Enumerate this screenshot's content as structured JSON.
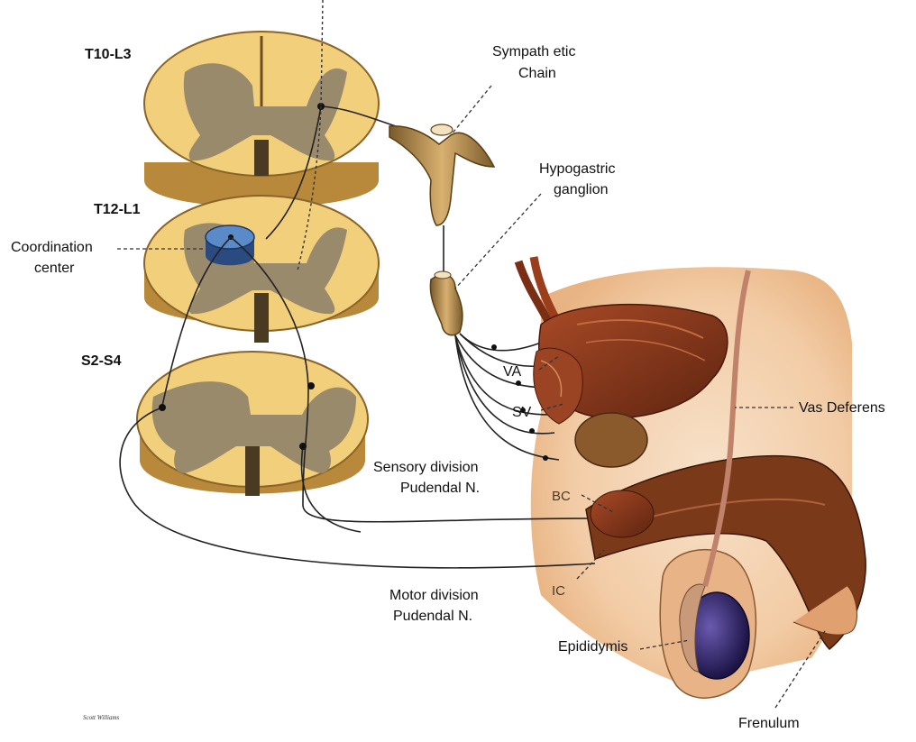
{
  "labels": {
    "t10_l3": "T10-L3",
    "t12_l1": "T12-L1",
    "s2_s4": "S2-S4",
    "coordination_line1": "Coordination",
    "coordination_line2": "center",
    "sympathetic_line1": "Sympath etic",
    "sympathetic_line2": "Chain",
    "hypogastric_line1": "Hypogastric",
    "hypogastric_line2": "ganglion",
    "va": "VA",
    "sv": "SV",
    "bc": "BC",
    "ic": "IC",
    "vas_deferens": "Vas Deferens",
    "sensory_line1": "Sensory division",
    "sensory_line2": "Pudendal N.",
    "motor_line1": "Motor division",
    "motor_line2": "Pudendal N.",
    "epididymis": "Epididymis",
    "frenulum": "Frenulum",
    "signature": "Scott Williams"
  },
  "colors": {
    "white_matter": "#f1cf7b",
    "white_matter_dark": "#b8893a",
    "gray_matter": "#9a8a6c",
    "coordination_center": "#4a78b8",
    "muscle": "#8a3a1c",
    "skin": "#f3c79e",
    "testis": "#2a1f5e",
    "nerve": "#222222"
  }
}
